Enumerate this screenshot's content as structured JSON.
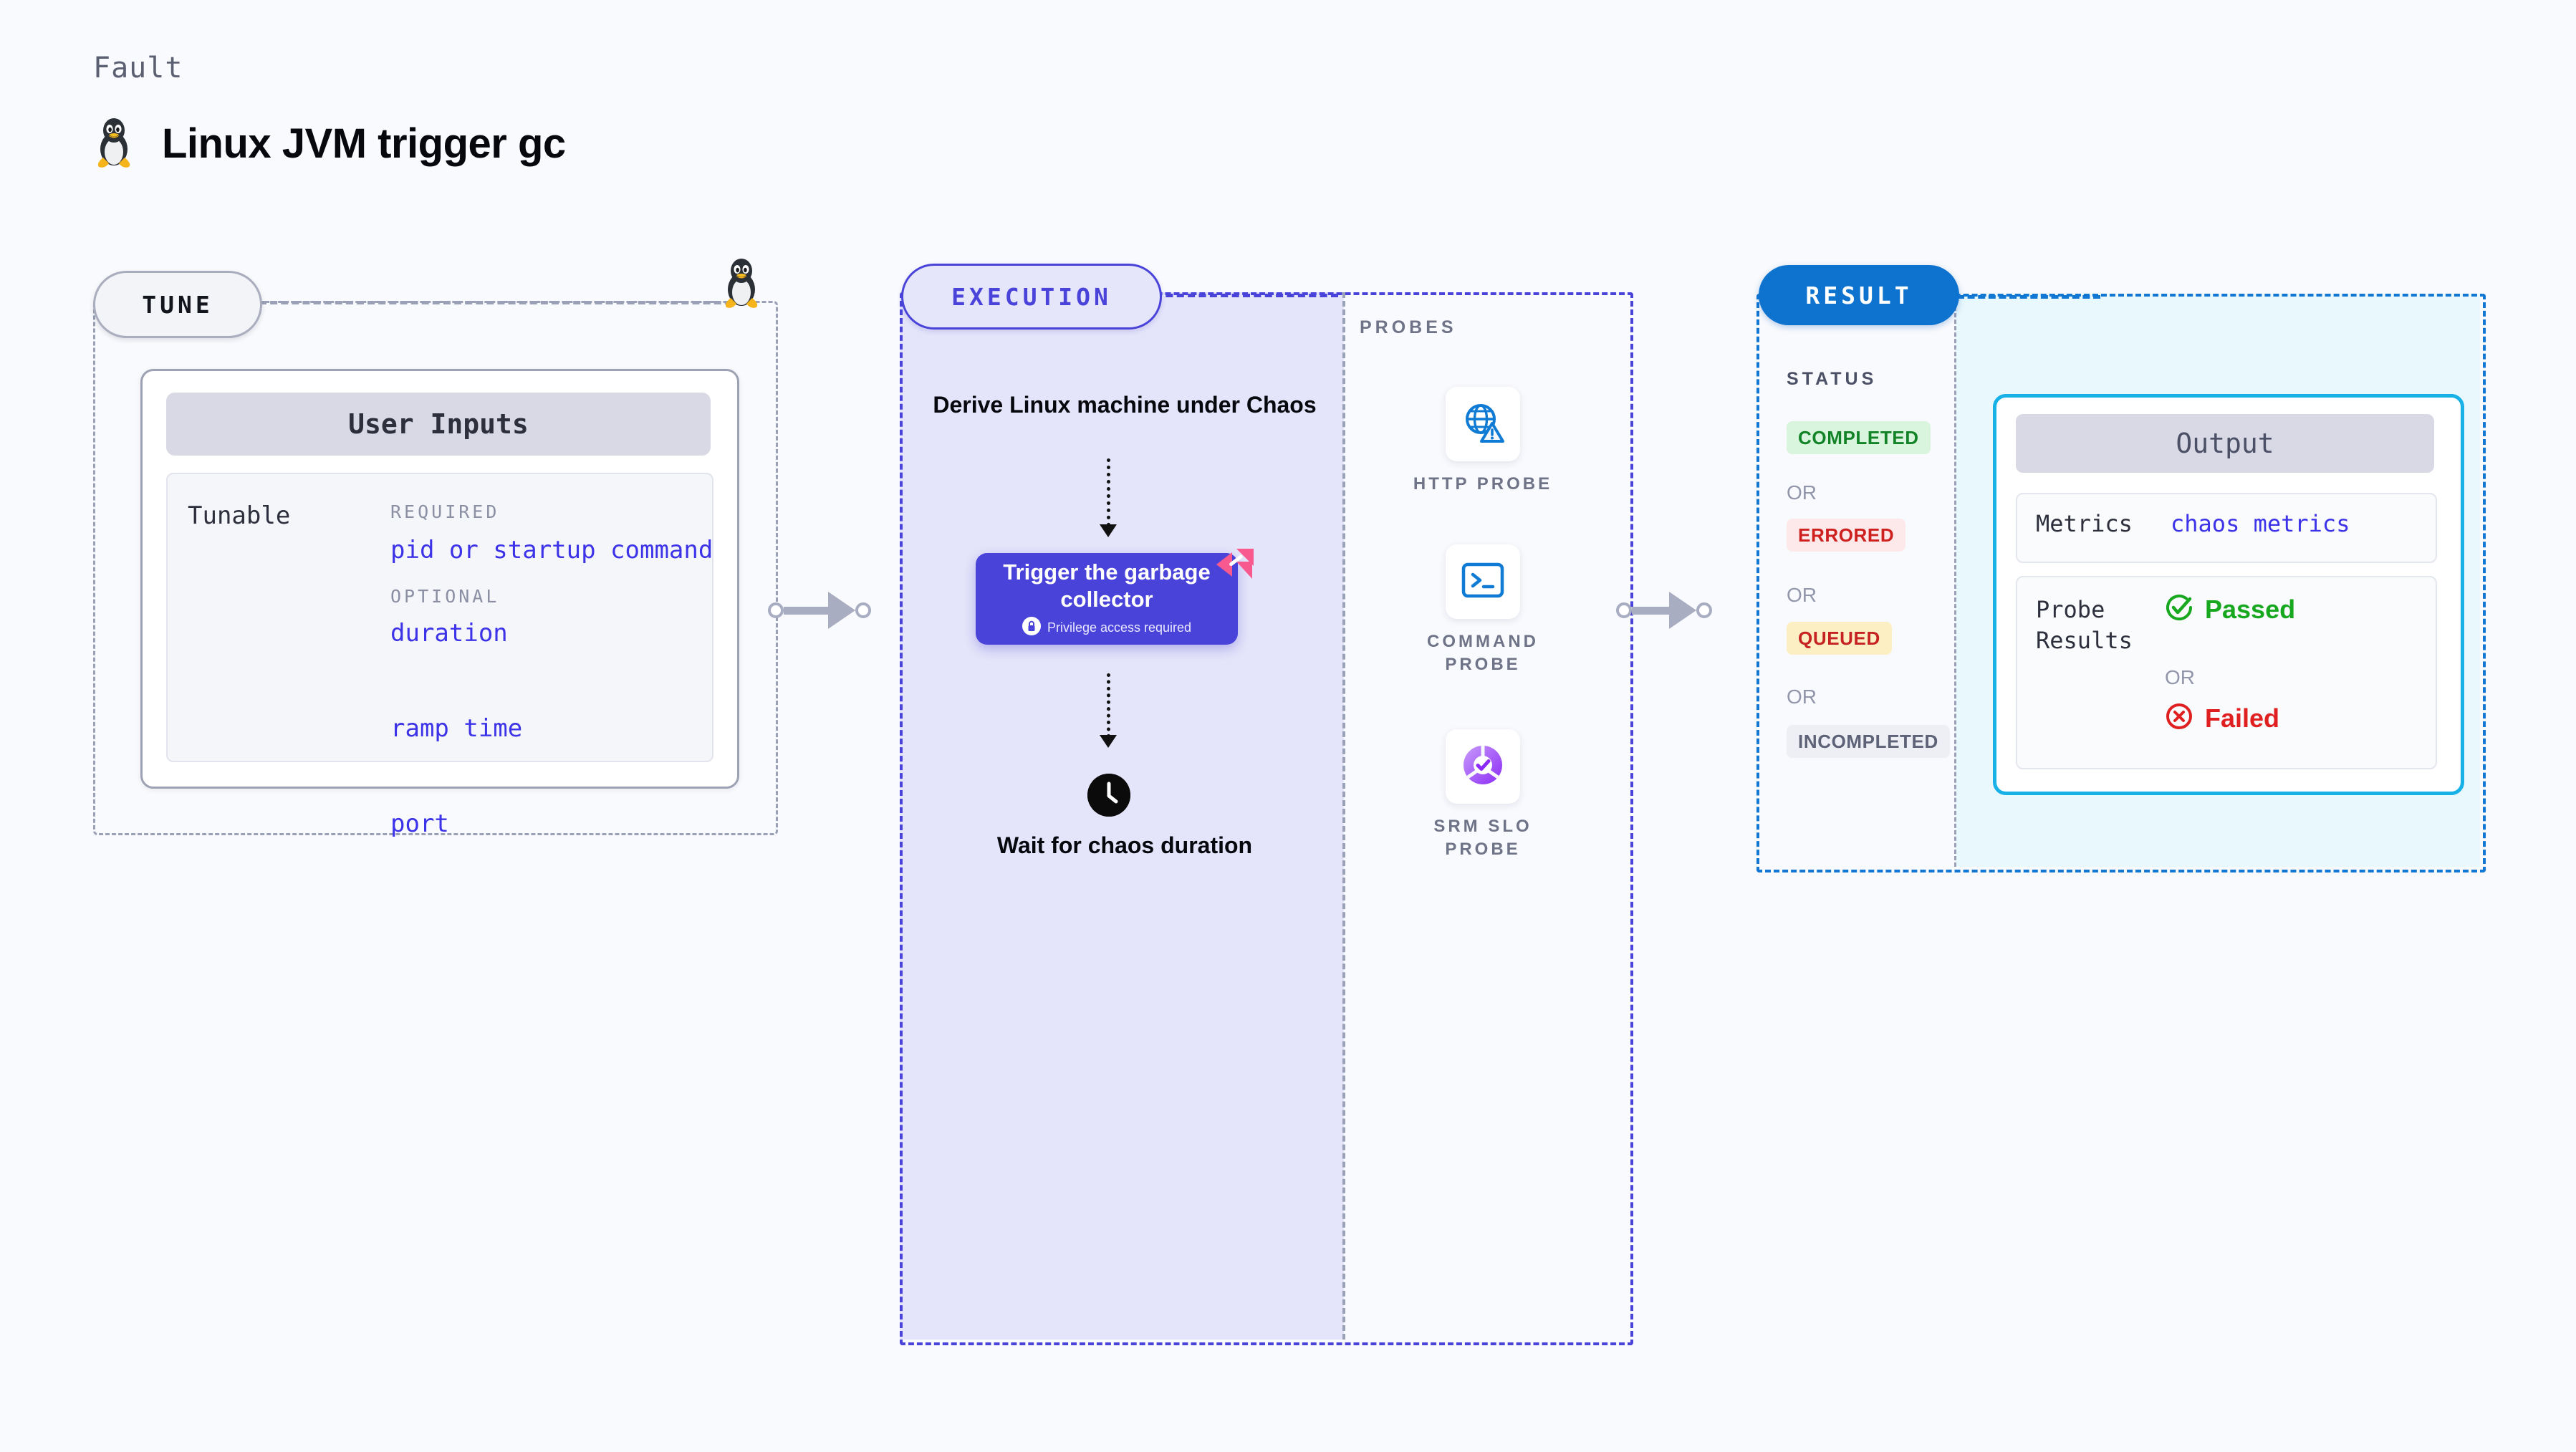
{
  "header": {
    "eyebrow": "Fault",
    "title": "Linux JVM trigger gc",
    "icon": "linux-penguin-icon"
  },
  "tune": {
    "badge": "TUNE",
    "card_header": "User Inputs",
    "tunable_label": "Tunable",
    "groups": [
      {
        "heading": "REQUIRED",
        "items": [
          "pid or startup command"
        ]
      },
      {
        "heading": "OPTIONAL",
        "items": [
          "duration",
          "ramp time",
          "port"
        ]
      }
    ]
  },
  "execution": {
    "badge": "EXECUTION",
    "derive_step": "Derive Linux machine under Chaos",
    "action": {
      "title": "Trigger the garbage collector",
      "privilege_note": "Privilege access required",
      "lock_icon": "lock-icon",
      "corner_mark": "harness-pink-mark-icon"
    },
    "wait_step": "Wait for chaos duration",
    "wait_icon": "clock-icon"
  },
  "probes": {
    "label": "PROBES",
    "items": [
      {
        "name": "HTTP PROBE",
        "icon": "globe-warning-icon"
      },
      {
        "name": "COMMAND PROBE",
        "icon": "terminal-icon"
      },
      {
        "name": "SRM SLO PROBE",
        "icon": "slo-donut-check-icon"
      }
    ]
  },
  "result": {
    "badge": "RESULT",
    "status_label": "STATUS",
    "or_text": "OR",
    "statuses": [
      {
        "label": "COMPLETED",
        "color": "#128427",
        "bg": "#d9f5dd"
      },
      {
        "label": "ERRORED",
        "color": "#cf2020",
        "bg": "#fde9e9"
      },
      {
        "label": "QUEUED",
        "color": "#c62222",
        "bg": "#fcefc4"
      },
      {
        "label": "INCOMPLETED",
        "color": "#5d6277",
        "bg": "#eeeff5"
      }
    ],
    "output": {
      "header": "Output",
      "metrics_label": "Metrics",
      "metrics_value": "chaos metrics",
      "probe_results_label": "Probe Results",
      "passed": "Passed",
      "failed": "Failed",
      "or_text": "OR",
      "passed_icon": "check-circle-icon",
      "failed_icon": "x-circle-icon"
    }
  },
  "colors": {
    "background": "#f9fafd",
    "accent_purple": "#4a43da",
    "accent_blue": "#0d73cf",
    "accent_cyan": "#17b1e8",
    "pink": "#f8598f",
    "tunable_link": "#3c33e8"
  }
}
